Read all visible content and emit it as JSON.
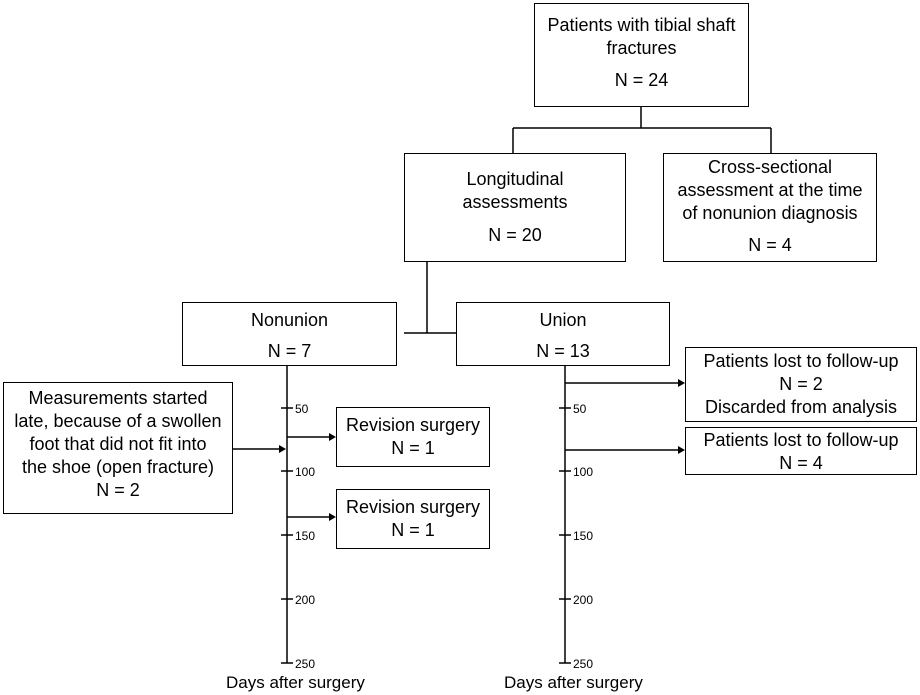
{
  "root": {
    "line1": "Patients with tibial shaft",
    "line2": "fractures",
    "count": "N = 24"
  },
  "longitudinal": {
    "line1": "Longitudinal",
    "line2": "assessments",
    "count": "N = 20"
  },
  "cross_sectional": {
    "line1": "Cross-sectional",
    "line2": "assessment at the time",
    "line3": "of nonunion diagnosis",
    "count": "N = 4"
  },
  "nonunion": {
    "title": "Nonunion",
    "count": "N = 7"
  },
  "union": {
    "title": "Union",
    "count": "N = 13"
  },
  "late_start": {
    "line1": "Measurements started",
    "line2": "late, because of a swollen",
    "line3": "foot that did not fit into",
    "line4": "the shoe (open fracture)",
    "count": "N = 2"
  },
  "revision1": {
    "title": "Revision surgery",
    "count": "N = 1"
  },
  "revision2": {
    "title": "Revision surgery",
    "count": "N = 1"
  },
  "lost1": {
    "title": "Patients lost to follow-up",
    "count": "N = 2",
    "note": "Discarded from analysis"
  },
  "lost2": {
    "title": "Patients lost to follow-up",
    "count": "N = 4"
  },
  "timeline": {
    "ticks": [
      "50",
      "100",
      "150",
      "200",
      "250"
    ],
    "axis_label": "Days after surgery"
  }
}
